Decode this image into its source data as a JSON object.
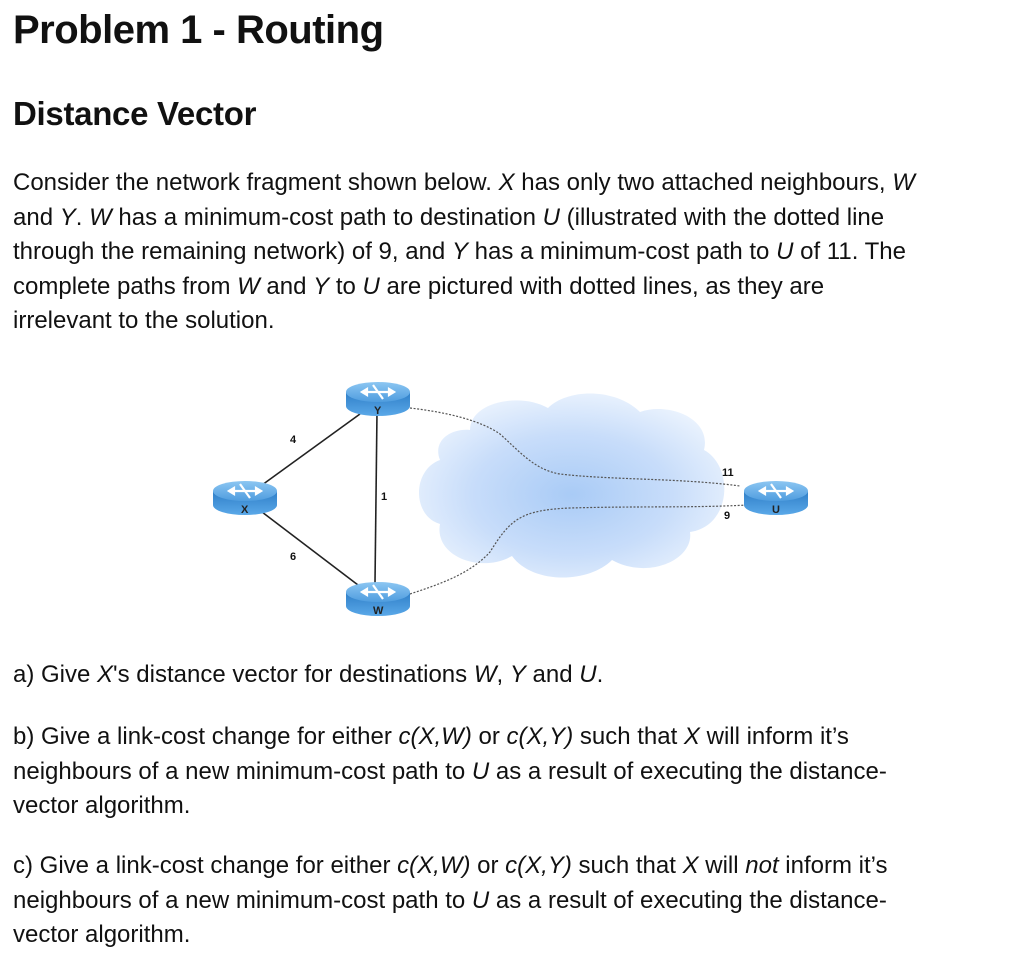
{
  "title": "Problem 1 - Routing",
  "subtitle": "Distance Vector",
  "intro": {
    "l1": [
      "Consider the network fragment shown below. ",
      "X",
      " has only two attached neighbours, ",
      "W"
    ],
    "l2": [
      "and ",
      "Y",
      ". ",
      "W",
      " has a minimum-cost path to destination ",
      "U",
      " (illustrated with the dotted line"
    ],
    "l3": [
      "through the remaining network) of 9, and ",
      "Y",
      " has a minimum-cost path to ",
      "U",
      " of 11. The"
    ],
    "l4": [
      "complete paths from ",
      "W",
      " and ",
      "Y",
      " to ",
      "U",
      " are pictured with dotted lines, as they are"
    ],
    "l5": [
      "irrelevant to the solution."
    ]
  },
  "figure": {
    "routers": {
      "x": "X",
      "y": "Y",
      "w": "W",
      "u": "U"
    },
    "costs": {
      "xy": "4",
      "xw": "6",
      "yw": "1",
      "yu": "11",
      "wu": "9"
    }
  },
  "questions": {
    "a": [
      "a) Give ",
      "X",
      "'s distance vector for destinations ",
      "W",
      ", ",
      "Y",
      " and ",
      "U",
      "."
    ],
    "b1": [
      "b) Give a link-cost change for either ",
      "c(X,W)",
      " or ",
      "c(X,Y)",
      " such that ",
      "X",
      " will inform it’s"
    ],
    "b2": [
      "neighbours of a new minimum-cost path to ",
      "U",
      " as a result of executing the distance-"
    ],
    "b3": [
      "vector algorithm."
    ],
    "c1": [
      "c) Give a link-cost change for either ",
      "c(X,W)",
      " or ",
      "c(X,Y)",
      " such that ",
      "X",
      " will ",
      "not",
      " inform it’s"
    ],
    "c2": [
      "neighbours of a new minimum-cost path to ",
      "U",
      " as a result of executing the distance-"
    ],
    "c3": [
      "vector algorithm."
    ]
  },
  "colors": {
    "cloud": "#d6e6fb",
    "router_body": "#3d8fd6",
    "router_top": "#6fb6ee",
    "text": "#111111"
  }
}
